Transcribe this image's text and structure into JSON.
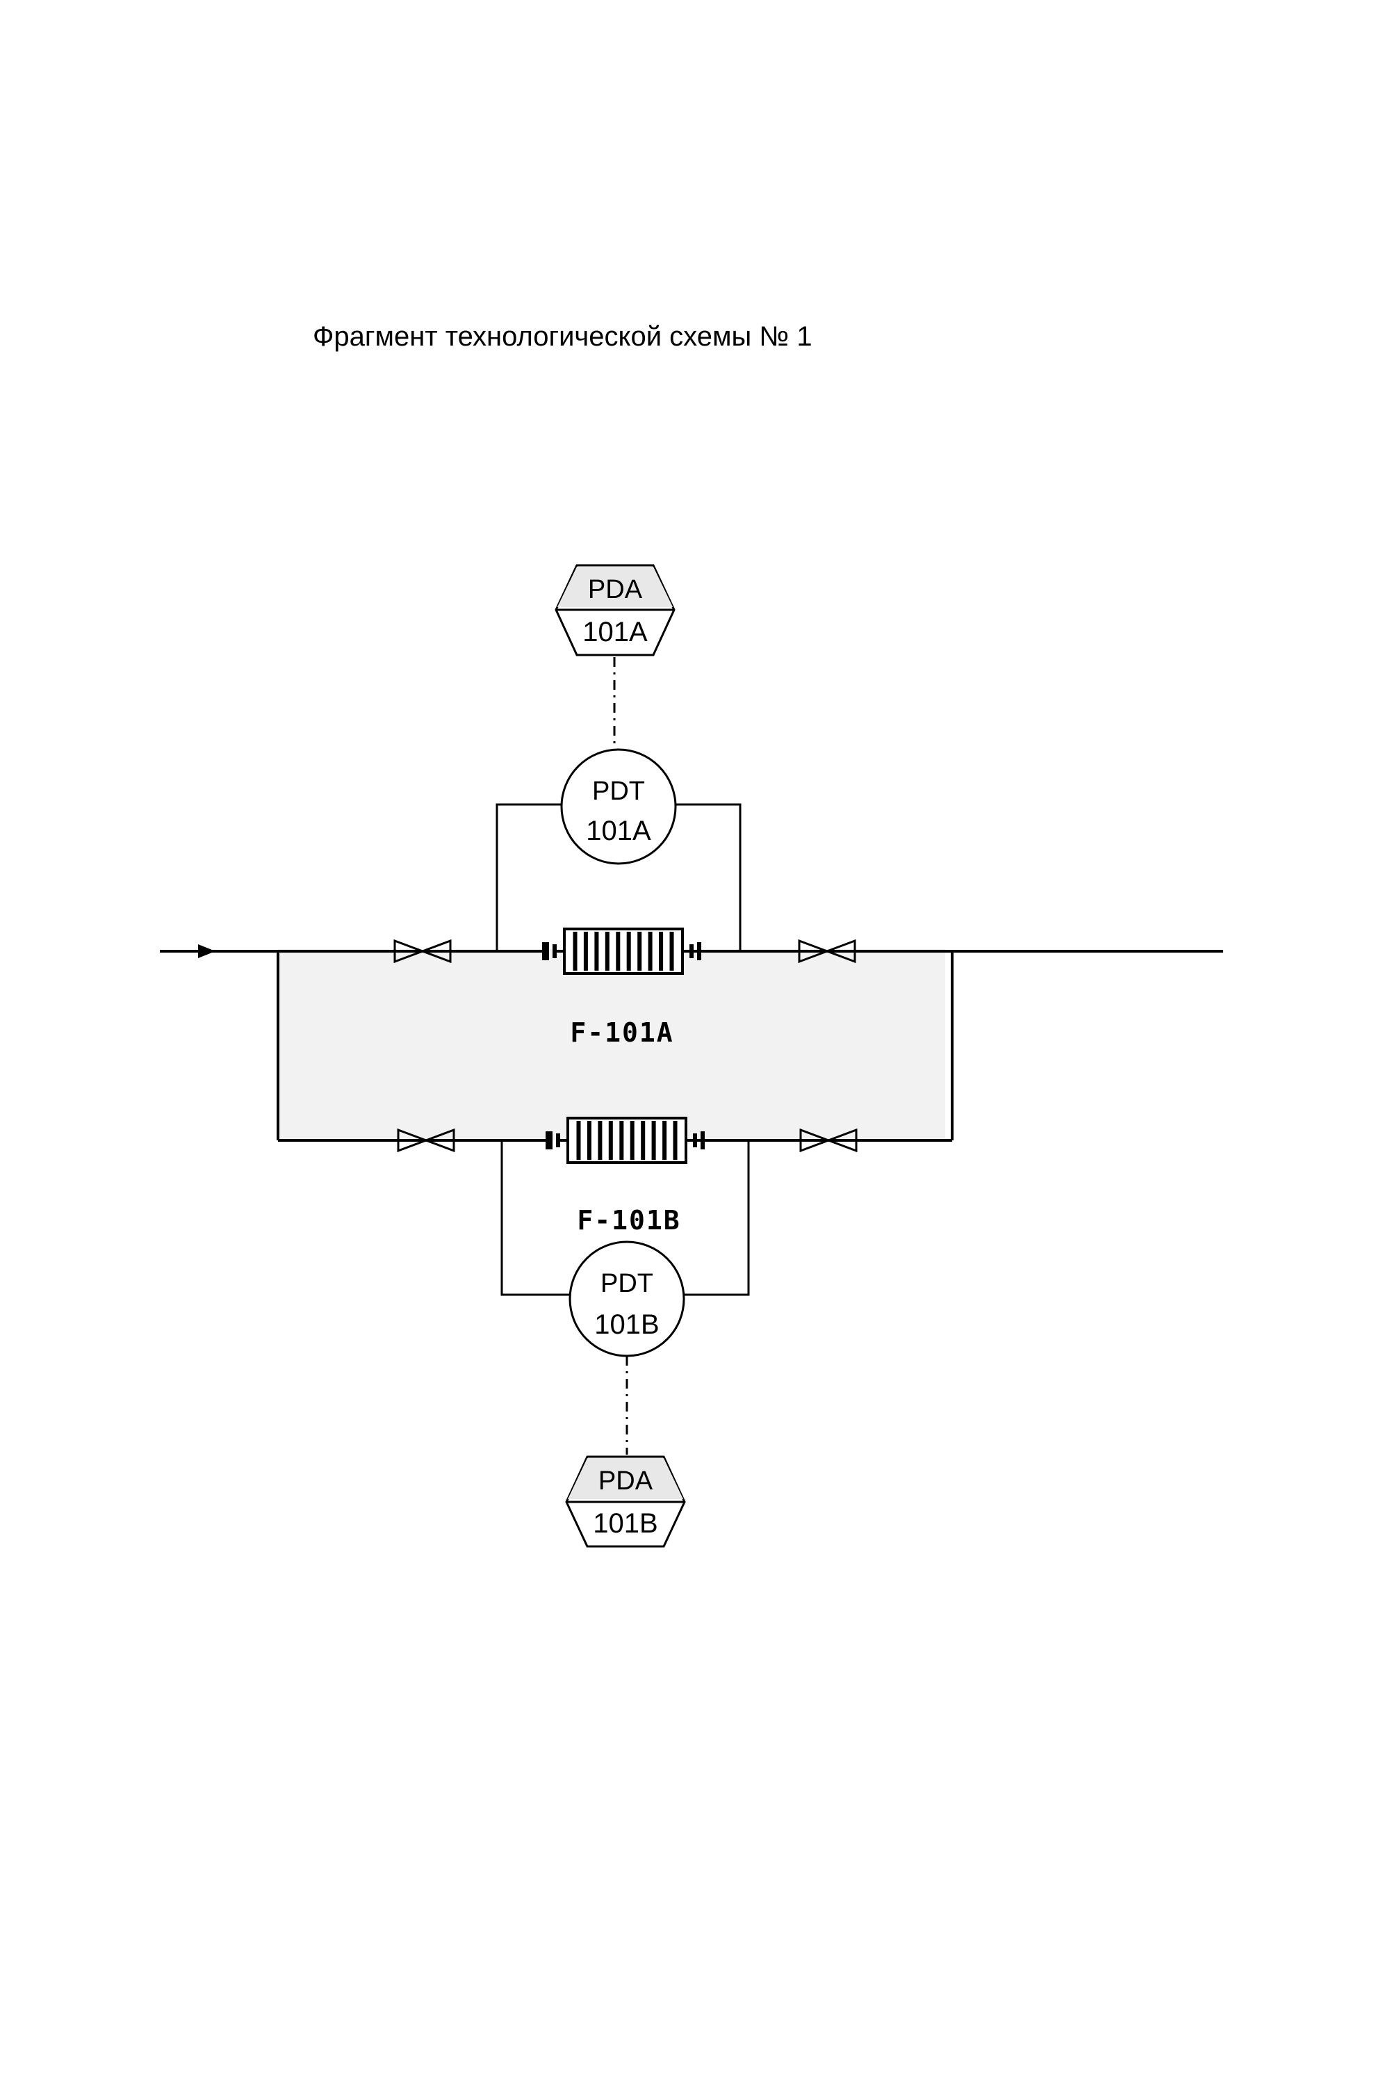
{
  "title": "Фрагмент технологической схемы № 1",
  "instruments": {
    "pda_a": {
      "function": "PDA",
      "number": "101A"
    },
    "pdt_a": {
      "function": "PDT",
      "number": "101A"
    },
    "pdt_b": {
      "function": "PDT",
      "number": "101B"
    },
    "pda_b": {
      "function": "PDA",
      "number": "101B"
    }
  },
  "equipment": {
    "filter_a": {
      "label": "F-101A"
    },
    "filter_b": {
      "label": "F-101B"
    }
  }
}
